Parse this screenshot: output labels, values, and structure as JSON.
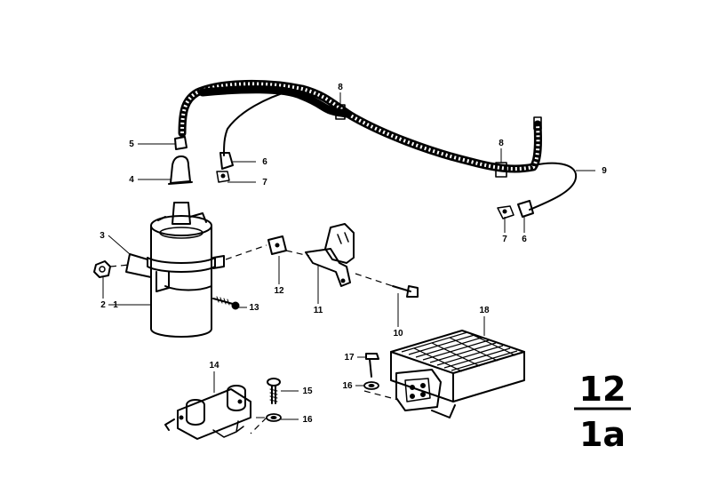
{
  "diagram": {
    "callouts": [
      {
        "id": "c1",
        "text": "1"
      },
      {
        "id": "c2",
        "text": "2"
      },
      {
        "id": "c3",
        "text": "3"
      },
      {
        "id": "c4",
        "text": "4"
      },
      {
        "id": "c5",
        "text": "5"
      },
      {
        "id": "c6a",
        "text": "6"
      },
      {
        "id": "c7a",
        "text": "7"
      },
      {
        "id": "c8a",
        "text": "8"
      },
      {
        "id": "c8b",
        "text": "8"
      },
      {
        "id": "c9",
        "text": "9"
      },
      {
        "id": "c7b",
        "text": "7"
      },
      {
        "id": "c6b",
        "text": "6"
      },
      {
        "id": "c10",
        "text": "10"
      },
      {
        "id": "c11",
        "text": "11"
      },
      {
        "id": "c12",
        "text": "12"
      },
      {
        "id": "c13",
        "text": "13"
      },
      {
        "id": "c14",
        "text": "14"
      },
      {
        "id": "c15",
        "text": "15"
      },
      {
        "id": "c16a",
        "text": "16"
      },
      {
        "id": "c16b",
        "text": "16"
      },
      {
        "id": "c17",
        "text": "17"
      },
      {
        "id": "c18",
        "text": "18"
      }
    ],
    "page_ref": {
      "group": "12",
      "sub": "1a"
    }
  }
}
